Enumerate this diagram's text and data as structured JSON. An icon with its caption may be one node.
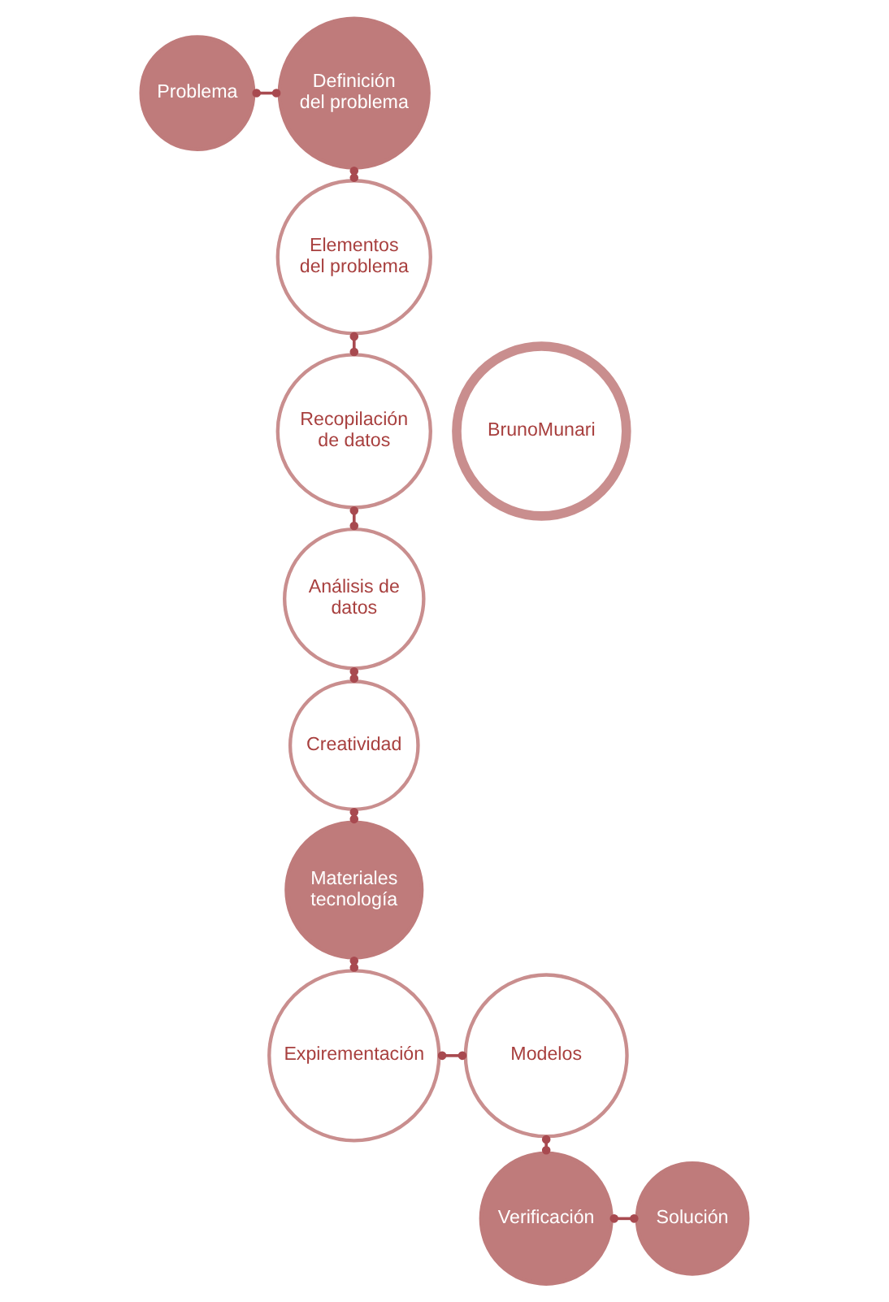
{
  "diagram": {
    "nodes": [
      {
        "text": [
          "Problema"
        ]
      },
      {
        "text": [
          "Definición del problema"
        ]
      },
      {
        "text": [
          "Elementos del problema"
        ]
      },
      {
        "text": [
          "BrunoMunari"
        ]
      },
      {
        "text": [
          "Recopilación de datos"
        ]
      },
      {
        "text": [
          "Análisis de datos"
        ]
      },
      {
        "text": [
          "Creatividad"
        ]
      },
      {
        "text": [
          "Materiales tecnología"
        ]
      },
      {
        "text": [
          "Modelos"
        ]
      },
      {
        "text": [
          "Verificación"
        ]
      },
      {
        "text": [
          "Expirementación"
        ]
      },
      {
        "text": [
          "Solución"
        ]
      }
    ],
    "edges": [
      {
        "from": 0,
        "to": 1,
        "arrow": "other"
      },
      {
        "from": 1,
        "to": 2,
        "arrow": "other"
      },
      {
        "from": 2,
        "to": 4,
        "arrow": "other"
      },
      {
        "from": 4,
        "to": 5,
        "arrow": "other"
      },
      {
        "from": 5,
        "to": 6,
        "arrow": "other"
      },
      {
        "from": 6,
        "to": 7,
        "arrow": "other"
      },
      {
        "from": 7,
        "to": 10,
        "arrow": "other"
      },
      {
        "from": 10,
        "to": 8,
        "arrow": "other"
      },
      {
        "from": 8,
        "to": 9,
        "arrow": "other"
      },
      {
        "from": 9,
        "to": 11,
        "arrow": "other"
      }
    ]
  }
}
